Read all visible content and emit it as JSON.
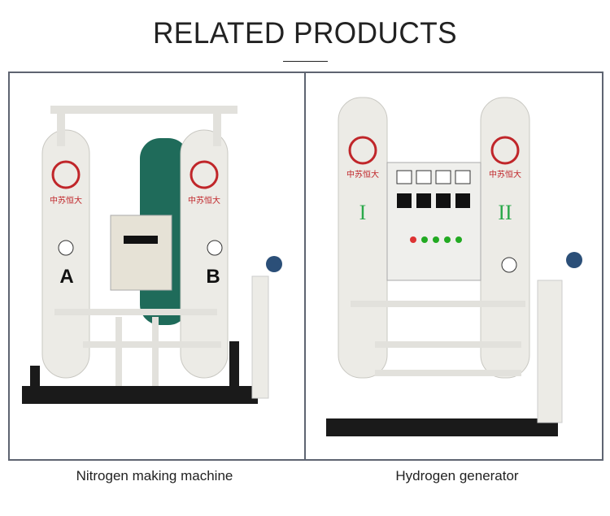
{
  "header": {
    "title": "RELATED PRODUCTS"
  },
  "products": [
    {
      "name": "Nitrogen making machine",
      "tank_labels": [
        "A",
        "B"
      ],
      "brand": "中苏恒大"
    },
    {
      "name": "Hydrogen generator",
      "tank_labels": [
        "I",
        "II"
      ],
      "brand": "中苏恒大"
    }
  ],
  "colors": {
    "border": "#5e6471",
    "machine_white": "#ecebe6",
    "frame_black": "#1a1a1a",
    "tank_green": "#1f6b5a",
    "logo_red": "#c0262a"
  }
}
